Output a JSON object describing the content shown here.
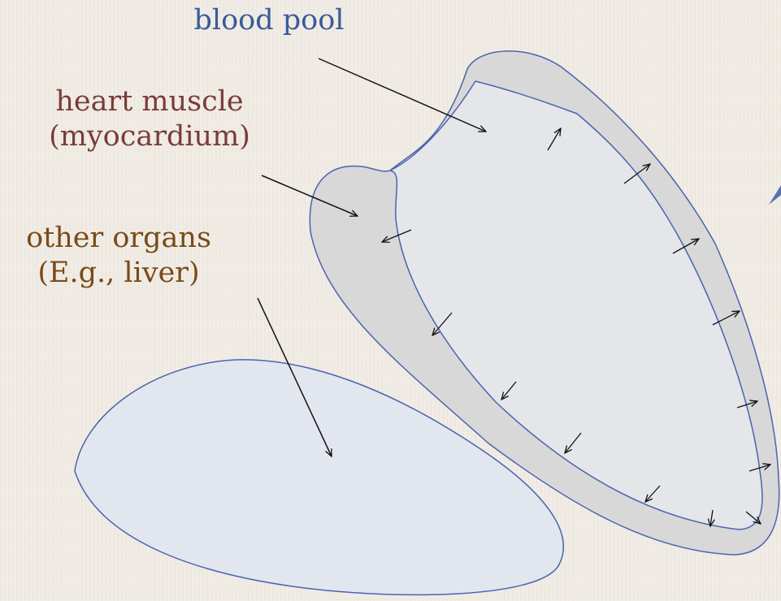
{
  "labels": {
    "blood_pool": "blood pool",
    "heart_muscle_line1": "heart muscle",
    "heart_muscle_line2": "(myocardium)",
    "other_organs_line1": "other organs",
    "other_organs_line2": "(E.g., liver)"
  },
  "colors": {
    "background": "#efebe3",
    "blood_pool_label": "#3a5a9a",
    "heart_muscle_label": "#7a3b3a",
    "other_organs_label": "#7a4a18",
    "outline": "#4a64b0",
    "myocardium_fill": "#d8d8d8",
    "blood_pool_fill": "#e4e6e9",
    "organ_fill": "#e2e6ee",
    "arrow": "#111111"
  }
}
